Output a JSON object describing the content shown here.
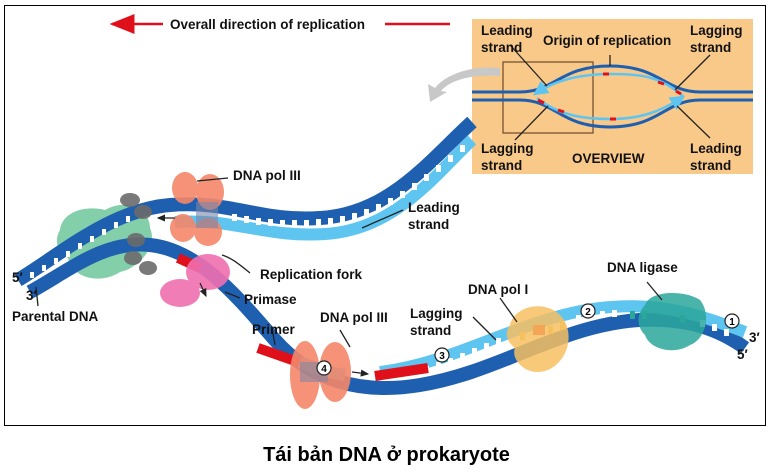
{
  "diagram": {
    "direction_label": "Overall direction of replication",
    "overview": {
      "title": "OVERVIEW",
      "origin_label": "Origin of replication",
      "top_left": "Leading strand",
      "top_left_l1": "Leading",
      "top_left_l2": "strand",
      "top_right_l1": "Lagging",
      "top_right_l2": "strand",
      "bottom_left_l1": "Lagging",
      "bottom_left_l2": "strand",
      "bottom_right_l1": "Leading",
      "bottom_right_l2": "strand"
    },
    "labels": {
      "dna_pol_iii_top": "DNA pol III",
      "leading_strand_l1": "Leading",
      "leading_strand_l2": "strand",
      "replication_fork": "Replication fork",
      "primase": "Primase",
      "parental_dna": "Parental DNA",
      "five_prime_left": "5′",
      "three_prime_left": "3′",
      "primer": "Primer",
      "dna_pol_iii_bottom": "DNA pol III",
      "lagging_strand_l1": "Lagging",
      "lagging_strand_l2": "strand",
      "dna_pol_i": "DNA pol I",
      "dna_ligase": "DNA ligase",
      "three_prime_right": "3′",
      "five_prime_right": "5′"
    },
    "steps": [
      "1",
      "2",
      "3",
      "4"
    ],
    "colors": {
      "parental_strand": "#1f5fb0",
      "new_strand": "#5ec4f0",
      "primer": "#e0101a",
      "direction_arrow": "#e0101a",
      "overview_bg": "#f9c98a",
      "dna_pol_iii": "#f4876a",
      "primase": "#f06fb0",
      "helicase": "#6cc79a",
      "dna_pol_i": "#f7c060",
      "dna_ligase": "#2aa79b"
    }
  },
  "caption": "Tái bản DNA ở prokaryote"
}
